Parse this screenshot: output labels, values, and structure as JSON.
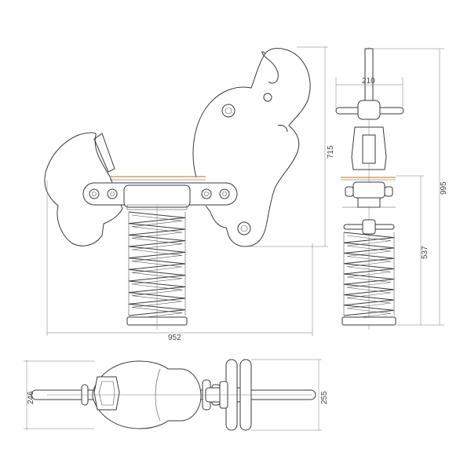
{
  "dimensions": {
    "overall_width": "952",
    "seat_height": "715",
    "side_width": "210",
    "overall_height": "995",
    "spring_height": "537",
    "top_depth_outer": "255",
    "top_depth_inner": "246"
  },
  "colors": {
    "line": "#3a3a3a",
    "dimension": "#7a7a7a",
    "seat_accent": "#d9883a"
  }
}
